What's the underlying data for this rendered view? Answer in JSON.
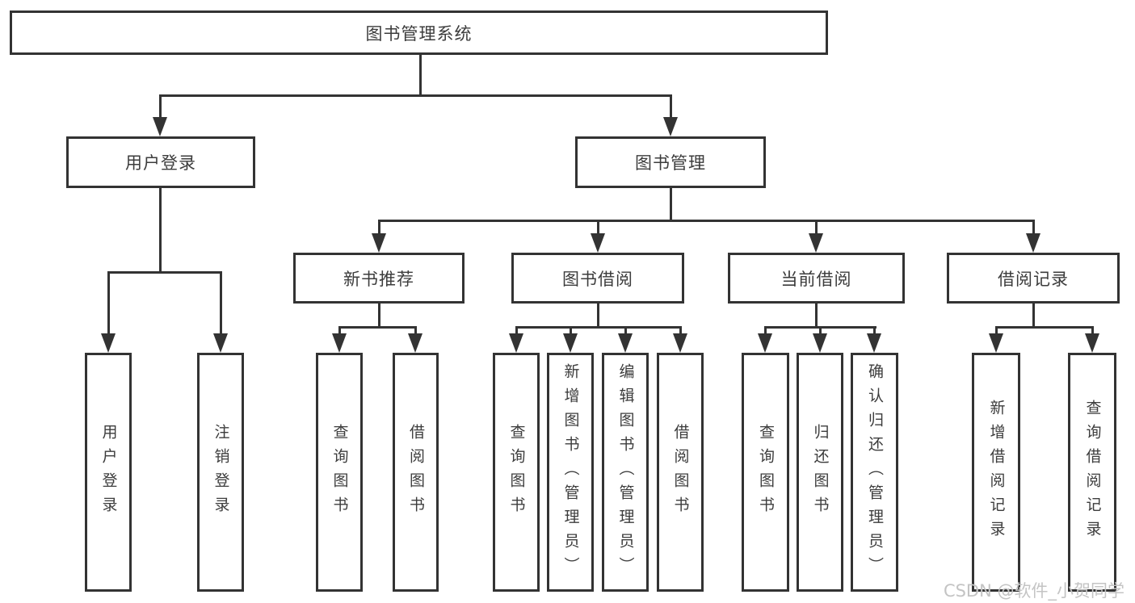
{
  "tree": {
    "root": {
      "label": "图书管理系统"
    },
    "branches": [
      {
        "label": "用户登录",
        "children": [
          {
            "label": "用户登录"
          },
          {
            "label": "注销登录"
          }
        ]
      },
      {
        "label": "图书管理",
        "children": [
          {
            "label": "新书推荐",
            "children": [
              {
                "label": "查询图书"
              },
              {
                "label": "借阅图书"
              }
            ]
          },
          {
            "label": "图书借阅",
            "children": [
              {
                "label": "查询图书"
              },
              {
                "label": "新增图书（管理员）"
              },
              {
                "label": "编辑图书（管理员）"
              },
              {
                "label": "借阅图书"
              }
            ]
          },
          {
            "label": "当前借阅",
            "children": [
              {
                "label": "查询图书"
              },
              {
                "label": "归还图书"
              },
              {
                "label": "确认归还（管理员）"
              }
            ]
          },
          {
            "label": "借阅记录",
            "children": [
              {
                "label": "新增借阅记录"
              },
              {
                "label": "查询借阅记录"
              }
            ]
          }
        ]
      }
    ]
  },
  "watermark": "CSDN @软件_小贺同学",
  "colors": {
    "line": "#333333",
    "text": "#3c3c3c",
    "watermark": "#c4c4c4",
    "background": "#ffffff"
  }
}
